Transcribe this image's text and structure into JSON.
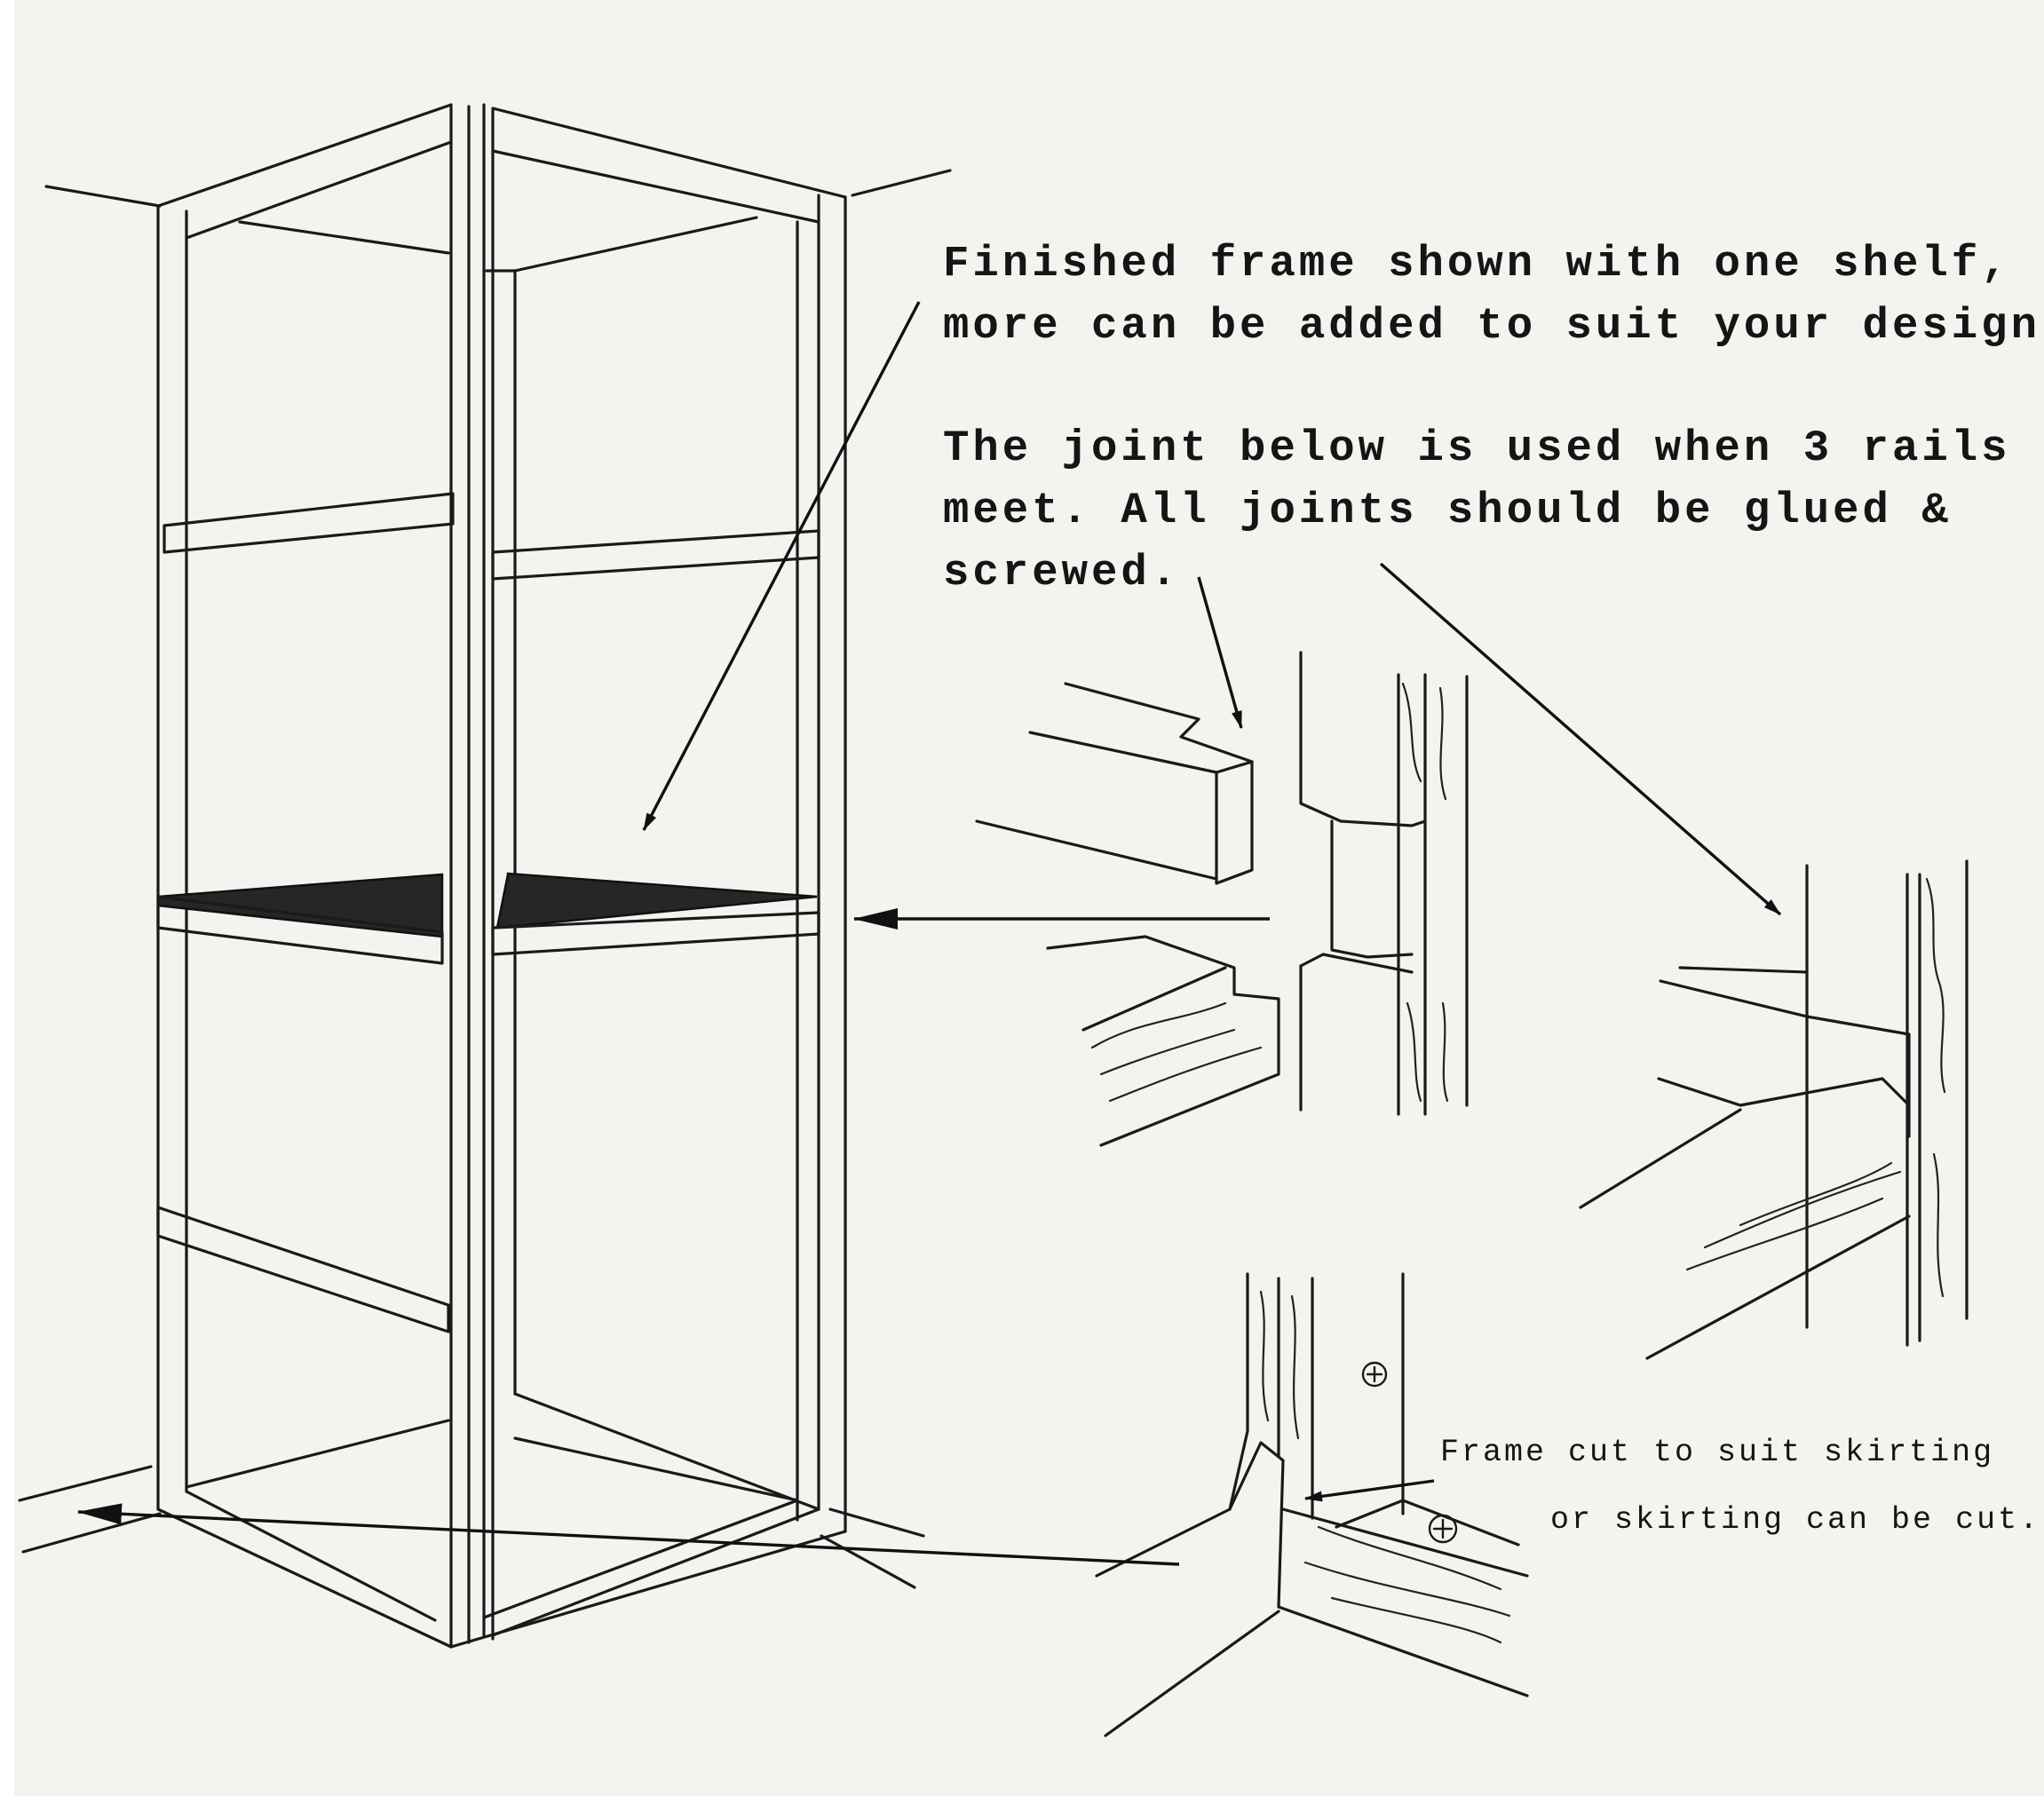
{
  "notes": {
    "frame": "Finished frame shown with one shelf,\nmore can be added to suit your design.",
    "joint": "The joint below is used when 3 rails\nmeet. All joints should be glued &\nscrewed.",
    "skirting_line1": "Frame cut to suit skirting",
    "skirting_line2": "or skirting can be cut."
  },
  "icons": {
    "screw": "screw-head-icon"
  },
  "colors": {
    "ink": "#1a1a1a",
    "paper": "#f4f3ef",
    "shelf": "#262626"
  }
}
